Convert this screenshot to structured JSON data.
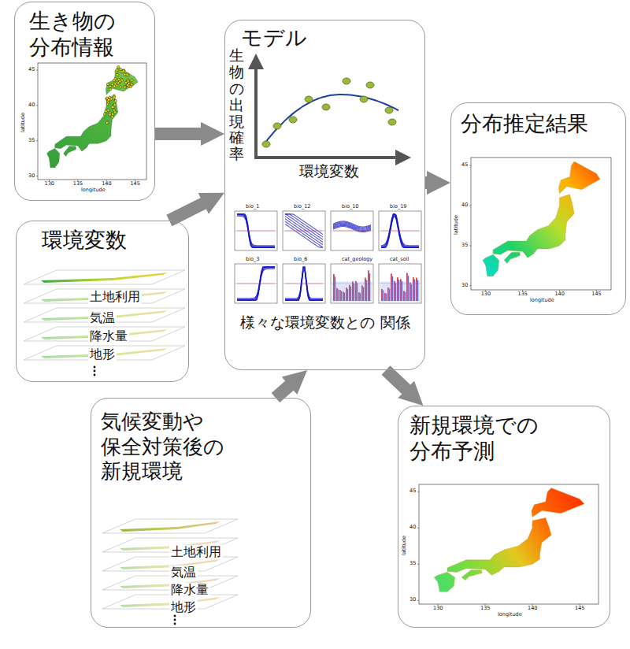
{
  "diagram": {
    "nodes": [
      {
        "text": [
          "生き物の 分布情報"
        ]
      },
      {
        "text": [
          "環境変数"
        ]
      },
      {
        "text": [
          "モデル",
          "様々な環境変数との 関係"
        ]
      },
      {
        "text": [
          "分布推定結果"
        ]
      },
      {
        "text": [
          "気候変動や 保全対策後の 新規環境"
        ]
      },
      {
        "text": [
          "新規環境での 分布予測"
        ]
      }
    ],
    "edges": [
      {
        "from": 0,
        "to": 2,
        "arrow": "to"
      },
      {
        "from": 1,
        "to": 2,
        "arrow": "to"
      },
      {
        "from": 4,
        "to": 2,
        "arrow": "to"
      },
      {
        "from": 2,
        "to": 3,
        "arrow": "to"
      },
      {
        "from": 2,
        "to": 5,
        "arrow": "to"
      }
    ],
    "labels": [
      "土地利用",
      "気温",
      "降水量",
      "地形",
      "土地利用",
      "気温",
      "降水量",
      "地形",
      "生物の出現確率",
      "環境変数",
      "bio_1",
      "bio_12",
      "bio_10",
      "bio_19",
      "bio_3",
      "bio_6",
      "cat_geology",
      "cat_soil",
      "latitude",
      "longitude",
      "130",
      "135",
      "140",
      "145",
      "30",
      "35",
      "40",
      "45",
      "latitude",
      "longitude",
      "130",
      "135",
      "140",
      "145",
      "30",
      "35",
      "40",
      "45",
      "latitude",
      "longitude",
      "130",
      "135",
      "140",
      "145",
      "30",
      "35",
      "40",
      "45"
    ]
  }
}
